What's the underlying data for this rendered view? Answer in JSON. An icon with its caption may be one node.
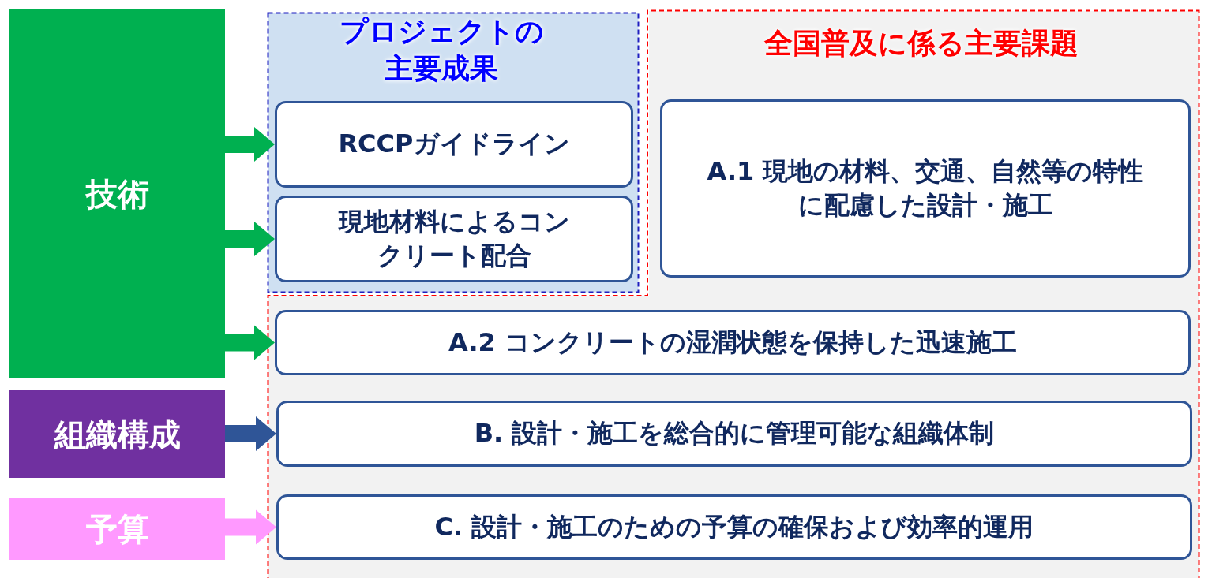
{
  "diagram": {
    "nodes": [
      {
        "text": [
          "技術"
        ]
      },
      {
        "text": [
          "組織構成"
        ]
      },
      {
        "text": [
          "予算"
        ]
      },
      {
        "text": [
          "プロジェクトの主要成果"
        ]
      },
      {
        "text": [
          "RCCPガイドライン"
        ],
        "in": 3
      },
      {
        "text": [
          "現地材料によるコンクリート配合"
        ],
        "in": 3
      },
      {
        "text": [
          "全国普及に係る主要課題"
        ]
      },
      {
        "text": [
          "A.1 現地の材料、交通、自然等の特性に配慮した設計・施工"
        ],
        "in": 6
      },
      {
        "text": [
          "A.2 コンクリートの湿潤状態を保持した迅速施工"
        ],
        "in": 6
      },
      {
        "text": [
          "B. 設計・施工を総合的に管理可能な組織体制"
        ],
        "in": 6
      },
      {
        "text": [
          "C.  設計・施工のための予算の確保および効率的運用"
        ],
        "in": 6
      }
    ],
    "edges": [
      {
        "from": 0,
        "to": 4,
        "arrow": "to"
      },
      {
        "from": 0,
        "to": 5,
        "arrow": "to"
      },
      {
        "from": 0,
        "to": 8,
        "arrow": "to"
      },
      {
        "from": 1,
        "to": 9,
        "arrow": "to",
        "color": "#2f5597"
      },
      {
        "from": 2,
        "to": 10,
        "arrow": "to",
        "color": "#ff99ff"
      }
    ]
  }
}
